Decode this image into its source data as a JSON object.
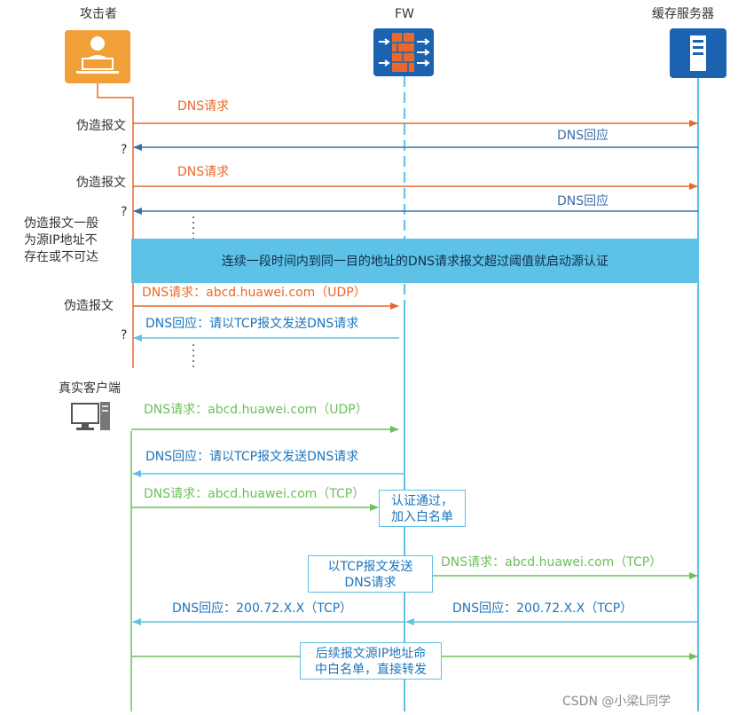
{
  "actors": {
    "attacker": "攻击者",
    "firewall": "FW",
    "cache_server": "缓存服务器",
    "real_client": "真实客户端"
  },
  "side_labels": {
    "forged_1": "伪造报文",
    "q_1": "?",
    "forged_2": "伪造报文",
    "q_2": "?",
    "forged_general_1": "伪造报文一般",
    "forged_general_2": "为源IP地址不",
    "forged_general_3": "存在或不可达",
    "forged_3": "伪造报文",
    "q_3": "?"
  },
  "messages": {
    "m1": "DNS请求",
    "m2": "DNS回应",
    "m3": "DNS请求",
    "m4": "DNS回应",
    "m5": "DNS请求：abcd.huawei.com（UDP）",
    "m6": "DNS回应：请以TCP报文发送DNS请求",
    "m7": "DNS请求：abcd.huawei.com（UDP）",
    "m8": "DNS回应：请以TCP报文发送DNS请求",
    "m9": "DNS请求：abcd.huawei.com（TCP）",
    "m10": "DNS请求：abcd.huawei.com（TCP）",
    "m11": "DNS回应：200.72.X.X（TCP）",
    "m12": "DNS回应：200.72.X.X（TCP）"
  },
  "banner": "连续一段时间内到同一目的地址的DNS请求报文超过阈值就启动源认证",
  "notes": {
    "auth_pass_1": "认证通过，",
    "auth_pass_2": "加入白名单",
    "tcp_send_1": "以TCP报文发送",
    "tcp_send_2": "DNS请求",
    "whitelist_1": "后续报文源IP地址命",
    "whitelist_2": "中白名单，直接转发"
  },
  "watermark": "CSDN @小梁L同学",
  "colors": {
    "attacker_line": "#e9692c",
    "orange_arrow": "#e9692c",
    "blue_response": "#3a6fa8",
    "fw_line": "#5ec1e6",
    "green_arrow": "#6cbf5b",
    "banner_fill": "#5ec1e6",
    "icon_orange": "#f0a036",
    "icon_blue": "#1b62b0"
  },
  "icons": {
    "attacker": "user-at-laptop-icon",
    "firewall": "firewall-icon",
    "server": "server-icon",
    "client": "desktop-computer-icon"
  }
}
